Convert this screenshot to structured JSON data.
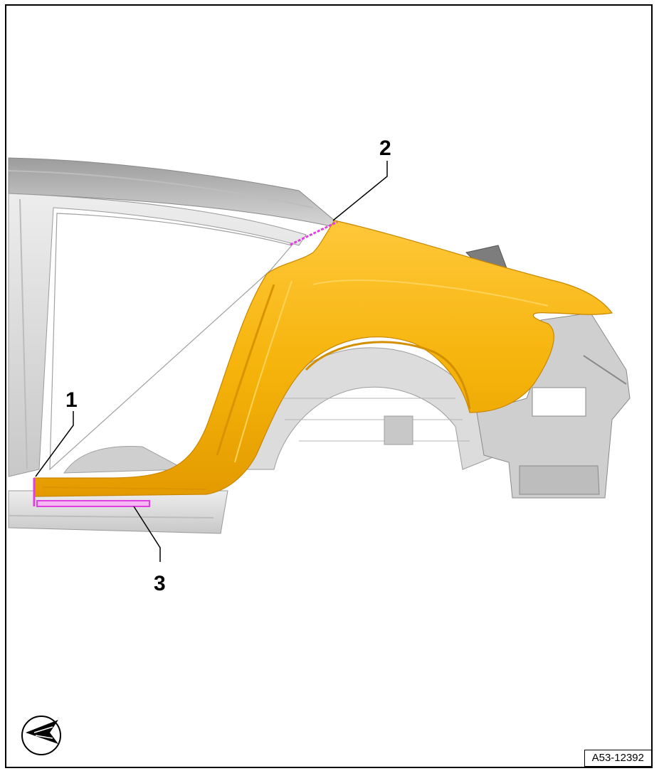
{
  "callouts": [
    {
      "id": "1",
      "label": "1"
    },
    {
      "id": "2",
      "label": "2"
    },
    {
      "id": "3",
      "label": "3"
    }
  ],
  "reference_code": "A53-12392",
  "colors": {
    "panel": "#F5B30A",
    "panel_shade": "#E39A00",
    "panel_highlight": "#FFC83A",
    "body_gray": "#D9D9D9",
    "body_gray_dark": "#A8A8A8",
    "cut_line": "#E040E0",
    "frame": "#000000"
  },
  "icons": [
    "view-direction-icon"
  ]
}
